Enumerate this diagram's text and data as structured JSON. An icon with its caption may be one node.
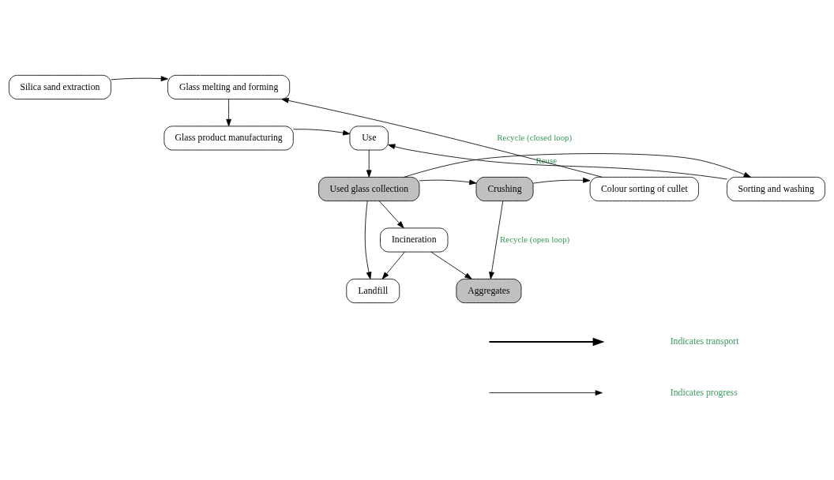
{
  "diagram": {
    "nodes": [
      {
        "text": [
          "Silica sand extraction"
        ]
      },
      {
        "text": [
          "Glass melting and forming"
        ]
      },
      {
        "text": [
          "Use"
        ]
      },
      {
        "text": [
          "Glass product manufacturing"
        ]
      },
      {
        "text": [
          "Sorting and washing"
        ]
      },
      {
        "text": [
          "Used glass collection"
        ]
      },
      {
        "text": [
          "Crushing"
        ]
      },
      {
        "text": [
          "Colour sorting of cullet"
        ]
      },
      {
        "text": [
          "Incineration"
        ]
      },
      {
        "text": [
          "Landfill"
        ]
      },
      {
        "text": [
          "Aggregates"
        ]
      }
    ],
    "edges": [
      {
        "from": 0,
        "to": 1,
        "arrow": "to"
      },
      {
        "from": 1,
        "to": 3,
        "arrow": "to"
      },
      {
        "from": 3,
        "to": 2,
        "arrow": "to"
      },
      {
        "from": 4,
        "to": 2,
        "arrow": "to",
        "label": "Reuse"
      },
      {
        "from": 2,
        "to": 5,
        "arrow": "to"
      },
      {
        "from": 5,
        "to": 4,
        "arrow": "to"
      },
      {
        "from": 5,
        "to": 6,
        "arrow": "to"
      },
      {
        "from": 6,
        "to": 7,
        "arrow": "to"
      },
      {
        "from": 7,
        "to": 1,
        "arrow": "to",
        "label": "Recycle (closed loop)"
      },
      {
        "from": 5,
        "to": 8,
        "arrow": "to"
      },
      {
        "from": 5,
        "to": 9,
        "arrow": "to"
      },
      {
        "from": 6,
        "to": 10,
        "arrow": "to",
        "label": "Recycle (open loop)"
      },
      {
        "from": 8,
        "to": 9,
        "arrow": "to"
      },
      {
        "from": 8,
        "to": 10,
        "arrow": "to"
      }
    ],
    "legend": [
      {
        "text": "Indicates transport"
      },
      {
        "text": "Indicates progress"
      }
    ]
  }
}
